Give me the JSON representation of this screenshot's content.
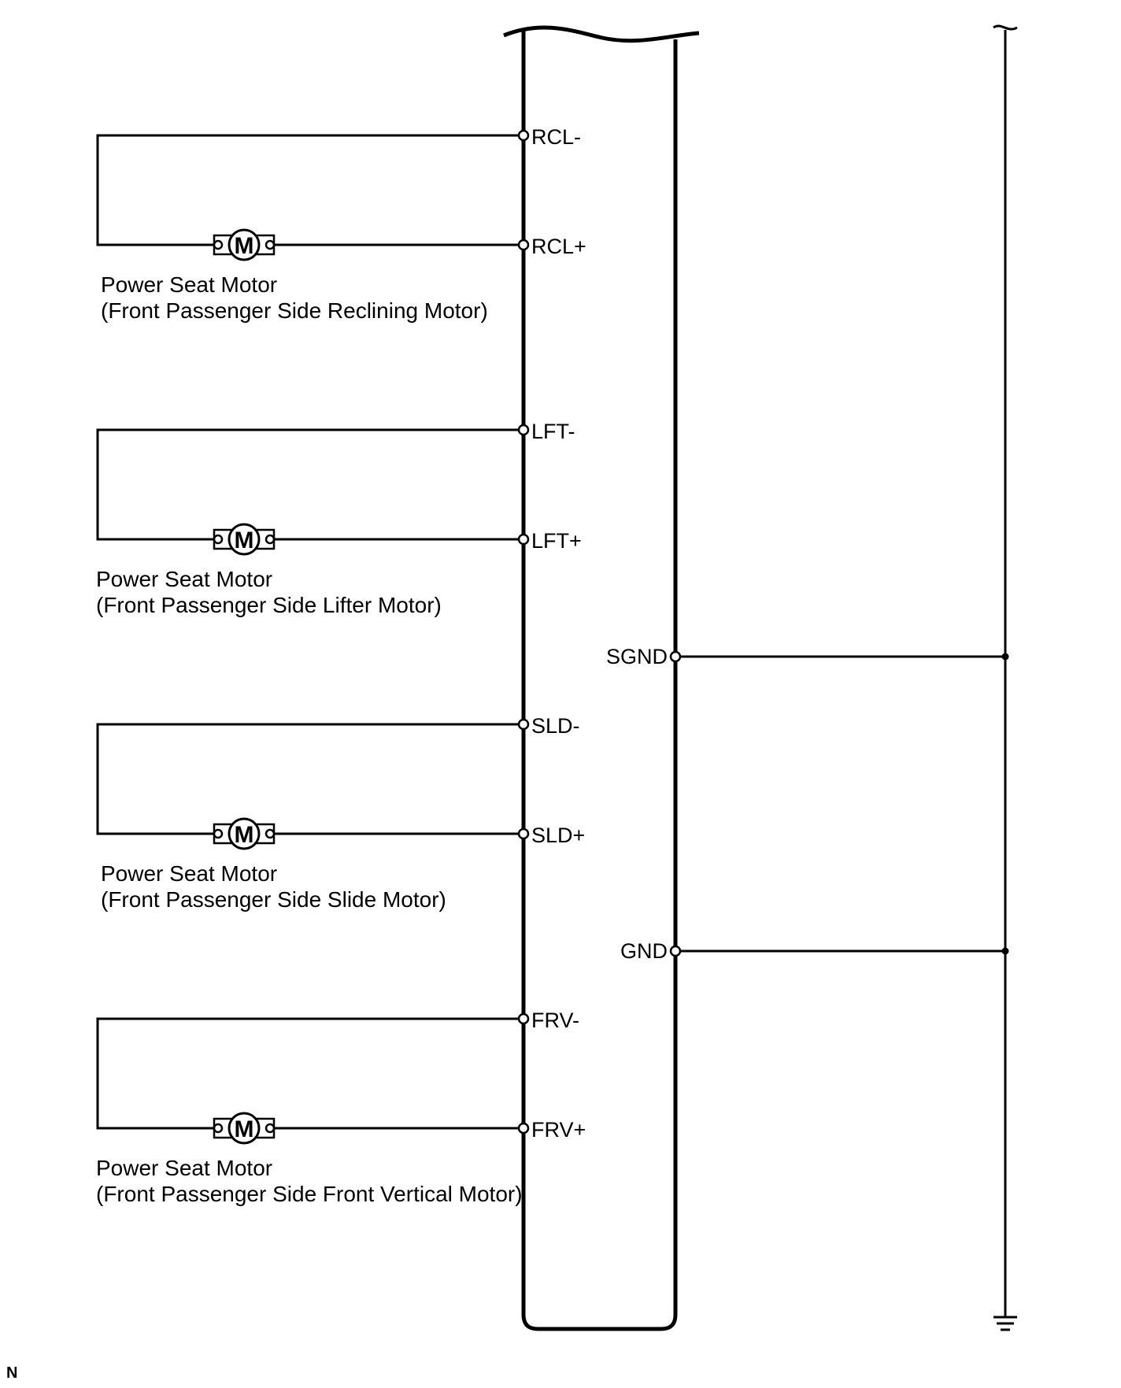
{
  "motors": [
    {
      "name_line1": "Power Seat Motor",
      "name_line2": "(Front Passenger Side Reclining Motor)",
      "pin_minus": "RCL-",
      "pin_plus": "RCL+",
      "symbol": "M"
    },
    {
      "name_line1": "Power Seat Motor",
      "name_line2": "(Front Passenger Side Lifter Motor)",
      "pin_minus": "LFT-",
      "pin_plus": "LFT+",
      "symbol": "M"
    },
    {
      "name_line1": "Power Seat Motor",
      "name_line2": "(Front Passenger Side Slide Motor)",
      "pin_minus": "SLD-",
      "pin_plus": "SLD+",
      "symbol": "M"
    },
    {
      "name_line1": "Power Seat Motor",
      "name_line2": "(Front Passenger Side Front Vertical Motor)",
      "pin_minus": "FRV-",
      "pin_plus": "FRV+",
      "symbol": "M"
    }
  ],
  "ground_pins": [
    {
      "label": "SGND"
    },
    {
      "label": "GND"
    }
  ],
  "corner_mark": "N",
  "ground_icon": "ground-icon",
  "motor_icon": "motor-icon",
  "colors": {
    "line": "#000000",
    "background": "#ffffff"
  }
}
